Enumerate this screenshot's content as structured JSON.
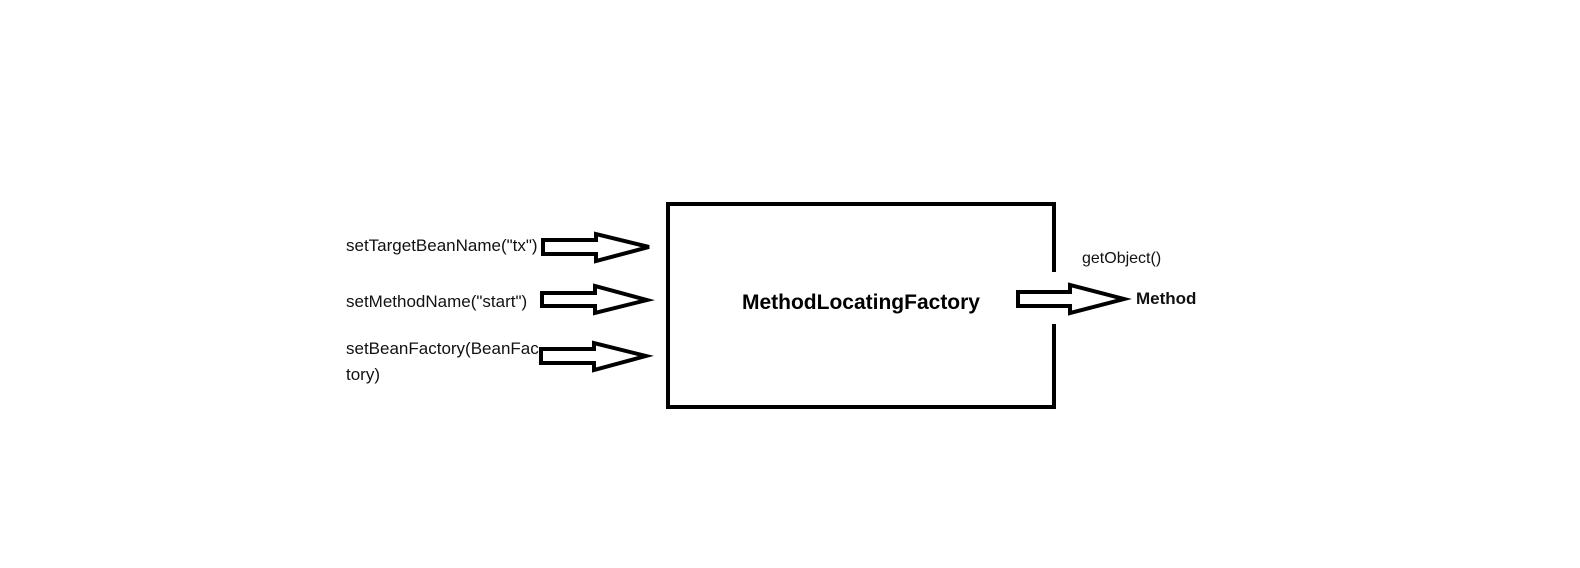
{
  "diagram": {
    "box_label": "MethodLocatingFactory",
    "inputs": [
      {
        "lines": [
          "setTargetBeanName(\"tx\")"
        ]
      },
      {
        "lines": [
          "setMethodName(\"start\")"
        ]
      },
      {
        "lines": [
          "setBeanFactory(BeanFac",
          "tory)"
        ]
      }
    ],
    "output_call": "getObject()",
    "output_result": "Method"
  }
}
